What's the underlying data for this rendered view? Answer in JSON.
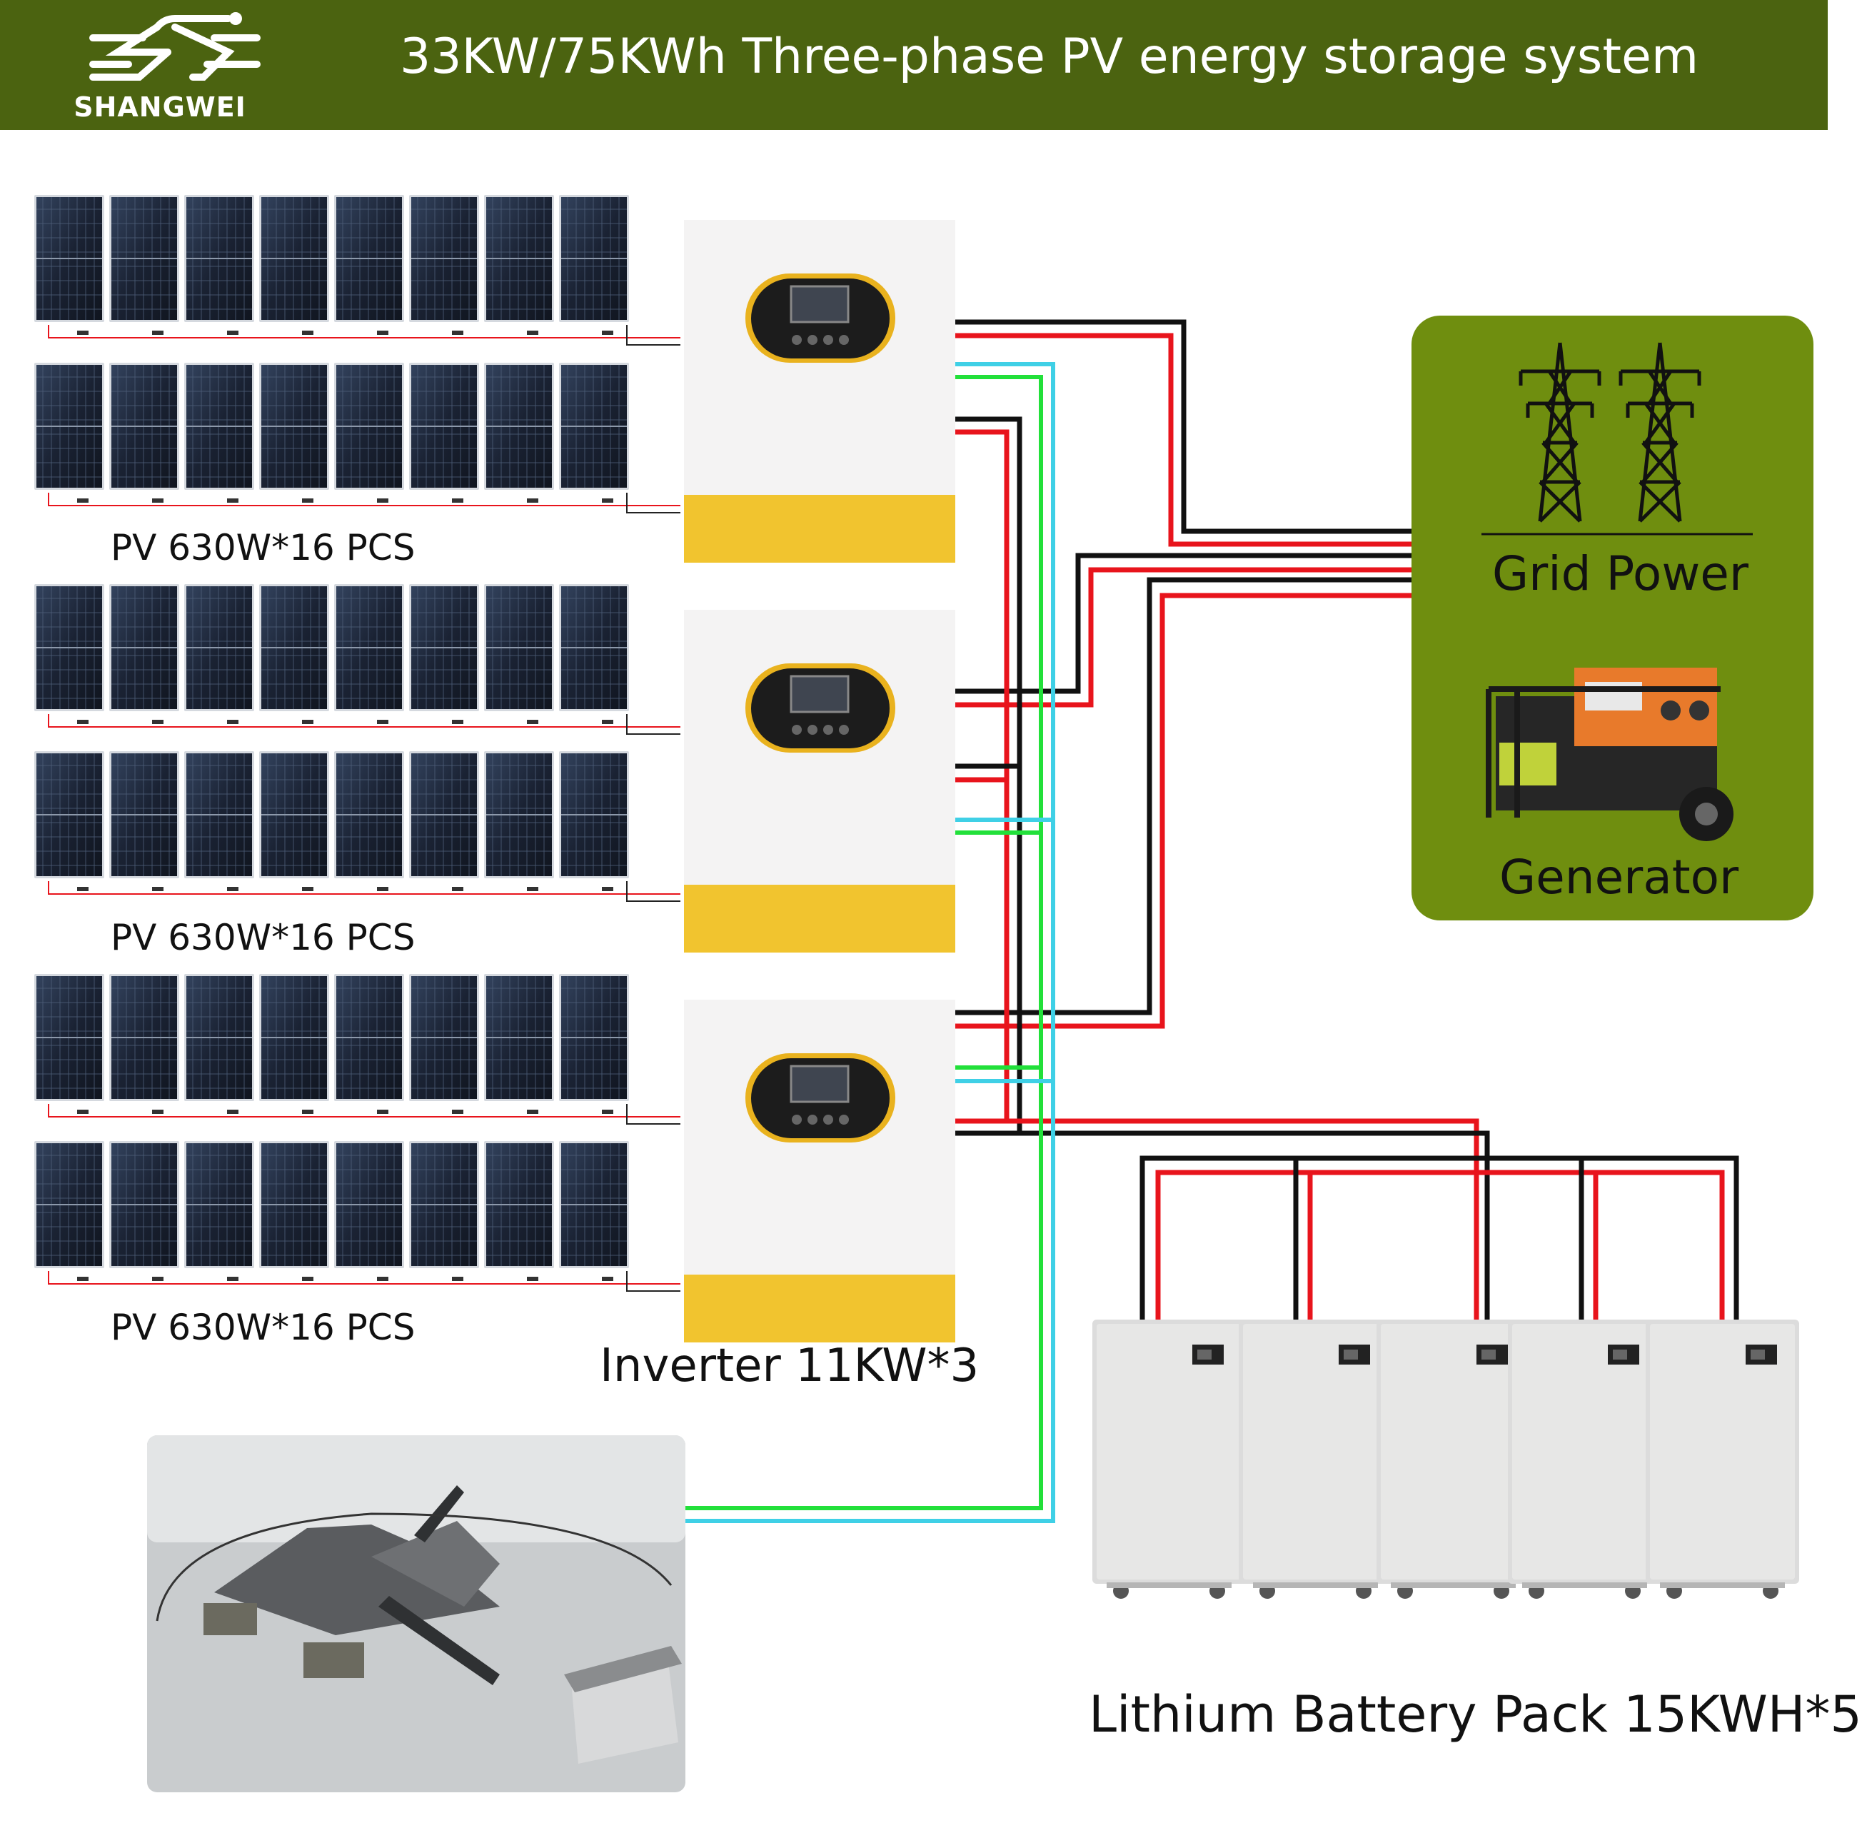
{
  "header": {
    "brand": "SHANGWEI",
    "title": "33KW/75KWh Three-phase PV energy storage system",
    "bg_color": "#4b6310"
  },
  "pv_arrays": [
    {
      "label": "PV 630W*16 PCS",
      "panels": 16
    },
    {
      "label": "PV 630W*16 PCS",
      "panels": 16
    },
    {
      "label": "PV 630W*16 PCS",
      "panels": 16
    }
  ],
  "inverter": {
    "label": "Inverter 11KW*3",
    "count": 3
  },
  "sources": {
    "grid_label": "Grid Power",
    "generator_label": "Generator",
    "panel_color": "#6f8e0f"
  },
  "battery": {
    "label": "Lithium Battery Pack 15KWH*5",
    "count": 5
  },
  "load": {
    "icon": "construction-site-image"
  },
  "colors": {
    "dc_positive": "#e8141c",
    "dc_negative": "#111111",
    "ac_line_1": "#22e03a",
    "ac_line_2": "#3fd0e6",
    "inverter_stripe": "#f1c42f"
  }
}
